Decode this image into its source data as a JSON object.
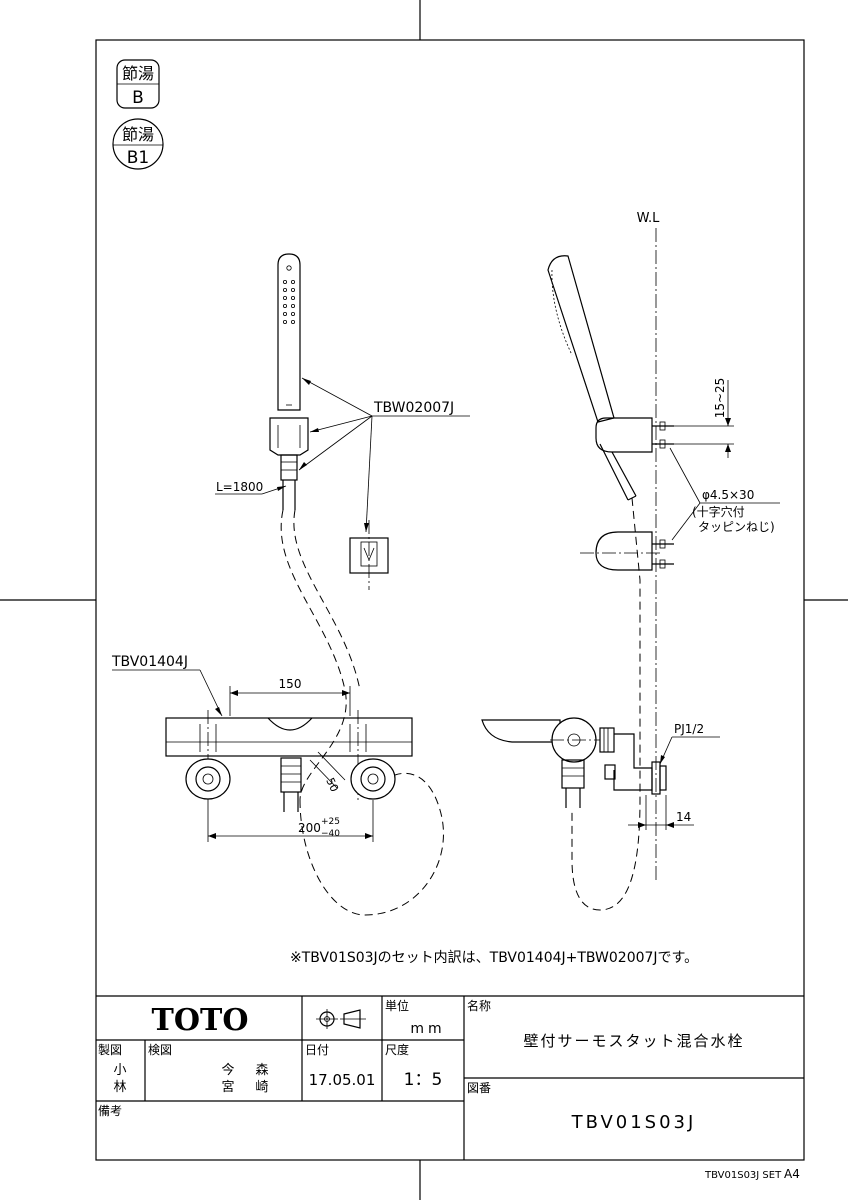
{
  "stamps": {
    "b_top": "節湯",
    "b_bottom": "B",
    "b1_top": "節湯",
    "b1_bottom": "B1"
  },
  "callouts": {
    "wl": "W.L",
    "shower_part": "TBW02007J",
    "hose_length": "L=1800",
    "bracket_range": "15~25",
    "screw_size": "φ4.5×30",
    "screw_desc_1": "(十字穴付",
    "screw_desc_2": "タッピンねじ)",
    "faucet_part": "TBV01404J",
    "dim_150": "150",
    "dim_50": "50",
    "dim_200": "200",
    "tol_plus": "+25",
    "tol_minus": "−40",
    "pipe_thread": "PJ1/2",
    "dim_14": "14"
  },
  "note": "※TBV01S03Jのセット内訳は、TBV01404J+TBW02007Jです。",
  "title_block": {
    "brand": "TOTO",
    "unit_label": "単位",
    "unit_value": "mm",
    "name_label": "名称",
    "name_value": "壁付サーモスタット混合水栓",
    "drawn_label": "製図",
    "drawn_1": "小",
    "drawn_2": "林",
    "checked_label": "検図",
    "checked_1a": "今",
    "checked_1b": "森",
    "checked_2a": "宮",
    "checked_2b": "崎",
    "date_label": "日付",
    "date_value": "17.05.01",
    "scale_label": "尺度",
    "scale_value": "1：5",
    "drawing_no_label": "図番",
    "drawing_no_value": "TBV01S03J",
    "remarks_label": "備考"
  },
  "footer": {
    "set_code": "TBV01S03J SET",
    "paper": "A4"
  }
}
